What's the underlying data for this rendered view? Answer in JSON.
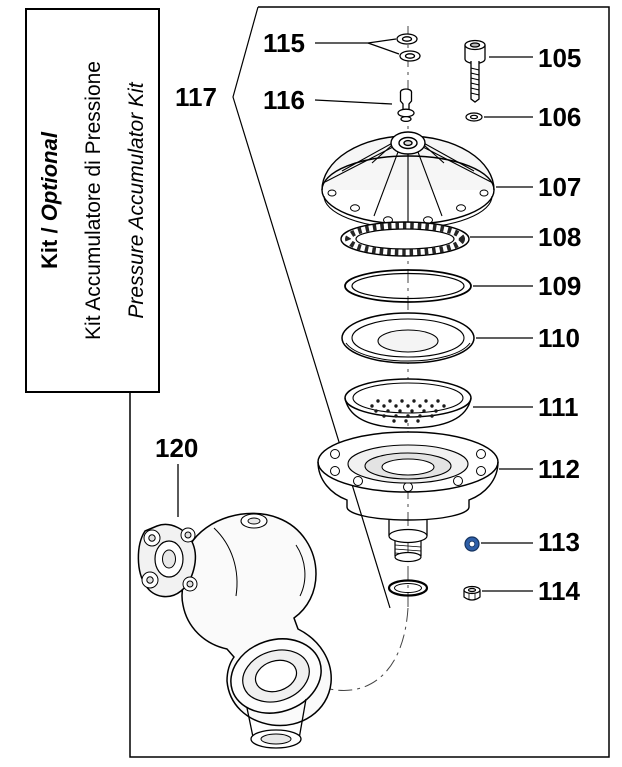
{
  "title_box": {
    "line1_prefix": "Kit / ",
    "line1_emphasis": "Optional",
    "line2": "Kit Accumulatore di Pressione",
    "line3": "Pressure Accumulator Kit"
  },
  "labels": {
    "p105": "105",
    "p106": "106",
    "p107": "107",
    "p108": "108",
    "p109": "109",
    "p110": "110",
    "p111": "111",
    "p112": "112",
    "p113": "113",
    "p114": "114",
    "p115": "115",
    "p116": "116",
    "p117": "117",
    "p120": "120"
  },
  "colors": {
    "line": "#1a1a1a",
    "background": "#ffffff",
    "part_113_seal": "#2e5fa8"
  }
}
